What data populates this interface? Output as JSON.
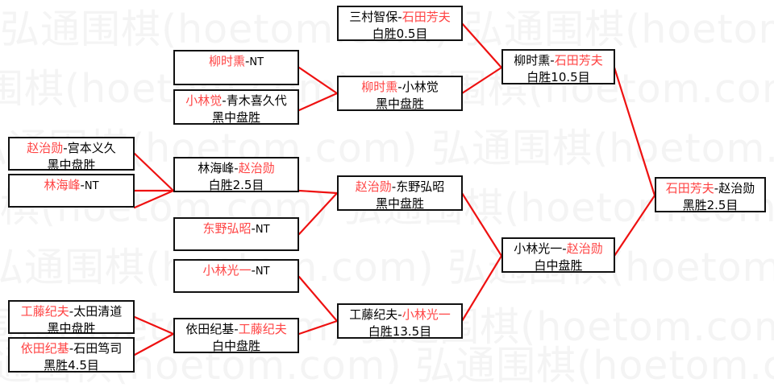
{
  "meta": {
    "title": "围棋比赛对阵表",
    "watermark_text": "弘通围棋(hoetom.com) ",
    "colors": {
      "winner_red": "#ff4444",
      "loser_black": "#000000",
      "connector_red": "#ee1111",
      "box_border": "#111111",
      "background": "#ffffff",
      "watermark": "#f4f4f4"
    }
  },
  "bracket": {
    "rounds": [
      {
        "name": "round-1",
        "matches": [
          {
            "id": "m1",
            "player_red": "赵治勋",
            "separator": "-",
            "player_black": "宫本义久",
            "result": "黑中盘胜"
          },
          {
            "id": "m2",
            "player_red": "林海峰",
            "separator": "-",
            "player_black": "NT",
            "result": ""
          },
          {
            "id": "m3",
            "player_red": "工藤纪夫",
            "separator": "-",
            "player_black": "太田清道",
            "result": "黑中盘胜"
          },
          {
            "id": "m4",
            "player_red": "依田纪基",
            "separator": "-",
            "player_black": "石田笃司",
            "result": "黑胜4.5目"
          }
        ]
      },
      {
        "name": "round-2",
        "matches": [
          {
            "id": "m5",
            "player_red": "柳时熏",
            "separator": "-",
            "player_black": "NT",
            "result": ""
          },
          {
            "id": "m6",
            "player_red": "小林觉",
            "separator": "-",
            "player_black": "青木喜久代",
            "result": "黑中盘胜"
          },
          {
            "id": "m7",
            "player_left": "林海峰",
            "separator": "-",
            "player_red": "赵治勋",
            "result": "白胜2.5目"
          },
          {
            "id": "m8",
            "player_red": "东野弘昭",
            "separator": "-",
            "player_black": "NT",
            "result": ""
          },
          {
            "id": "m9",
            "player_red": "小林光一",
            "separator": "-",
            "player_black": "NT",
            "result": ""
          },
          {
            "id": "m10",
            "player_left": "依田纪基",
            "separator": "-",
            "player_red": "工藤纪夫",
            "result": "白中盘胜"
          }
        ]
      },
      {
        "name": "round-3",
        "matches": [
          {
            "id": "m11",
            "player_left": "三村智保",
            "separator": "-",
            "player_red": "石田芳夫",
            "result": "白胜0.5目"
          },
          {
            "id": "m12",
            "player_red": "柳时熏",
            "separator": "-",
            "player_black": "小林觉",
            "result": "黑中盘胜"
          },
          {
            "id": "m13",
            "player_red": "赵治勋",
            "separator": "-",
            "player_black": "东野弘昭",
            "result": "黑中盘胜"
          },
          {
            "id": "m14",
            "player_left": "工藤纪夫",
            "separator": "-",
            "player_red": "小林光一",
            "result": "白胜13.5目"
          }
        ]
      },
      {
        "name": "round-4",
        "matches": [
          {
            "id": "m15",
            "player_left": "柳时熏",
            "separator": "-",
            "player_red": "石田芳夫",
            "result": "白胜10.5目"
          },
          {
            "id": "m16",
            "player_left": "小林光一",
            "separator": "-",
            "player_red": "赵治勋",
            "result": "白中盘胜"
          }
        ]
      },
      {
        "name": "final",
        "matches": [
          {
            "id": "m17",
            "player_red": "石田芳夫",
            "separator": "-",
            "player_black": "赵治勋",
            "result": "黑胜2.5目"
          }
        ]
      }
    ]
  }
}
